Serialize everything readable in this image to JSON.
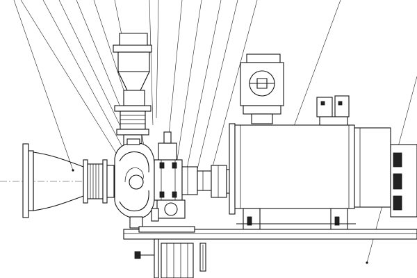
{
  "drawing": {
    "type": "engineering-drawing",
    "subject": "turbo-machine-assembly",
    "text_labels": [],
    "line_color": "#111111",
    "background": "#ffffff"
  },
  "components": [
    {
      "id": "inlet-nozzle"
    },
    {
      "id": "expansion-joint"
    },
    {
      "id": "volute-casing"
    },
    {
      "id": "gearbox"
    },
    {
      "id": "coupling-shaft"
    },
    {
      "id": "main-motor"
    },
    {
      "id": "top-pump-motor"
    },
    {
      "id": "vertical-exhaust-pipe"
    },
    {
      "id": "motor-terminal-boxes"
    },
    {
      "id": "cooler"
    },
    {
      "id": "lube-oil-tank"
    },
    {
      "id": "base-frame"
    },
    {
      "id": "leader-lines"
    }
  ]
}
